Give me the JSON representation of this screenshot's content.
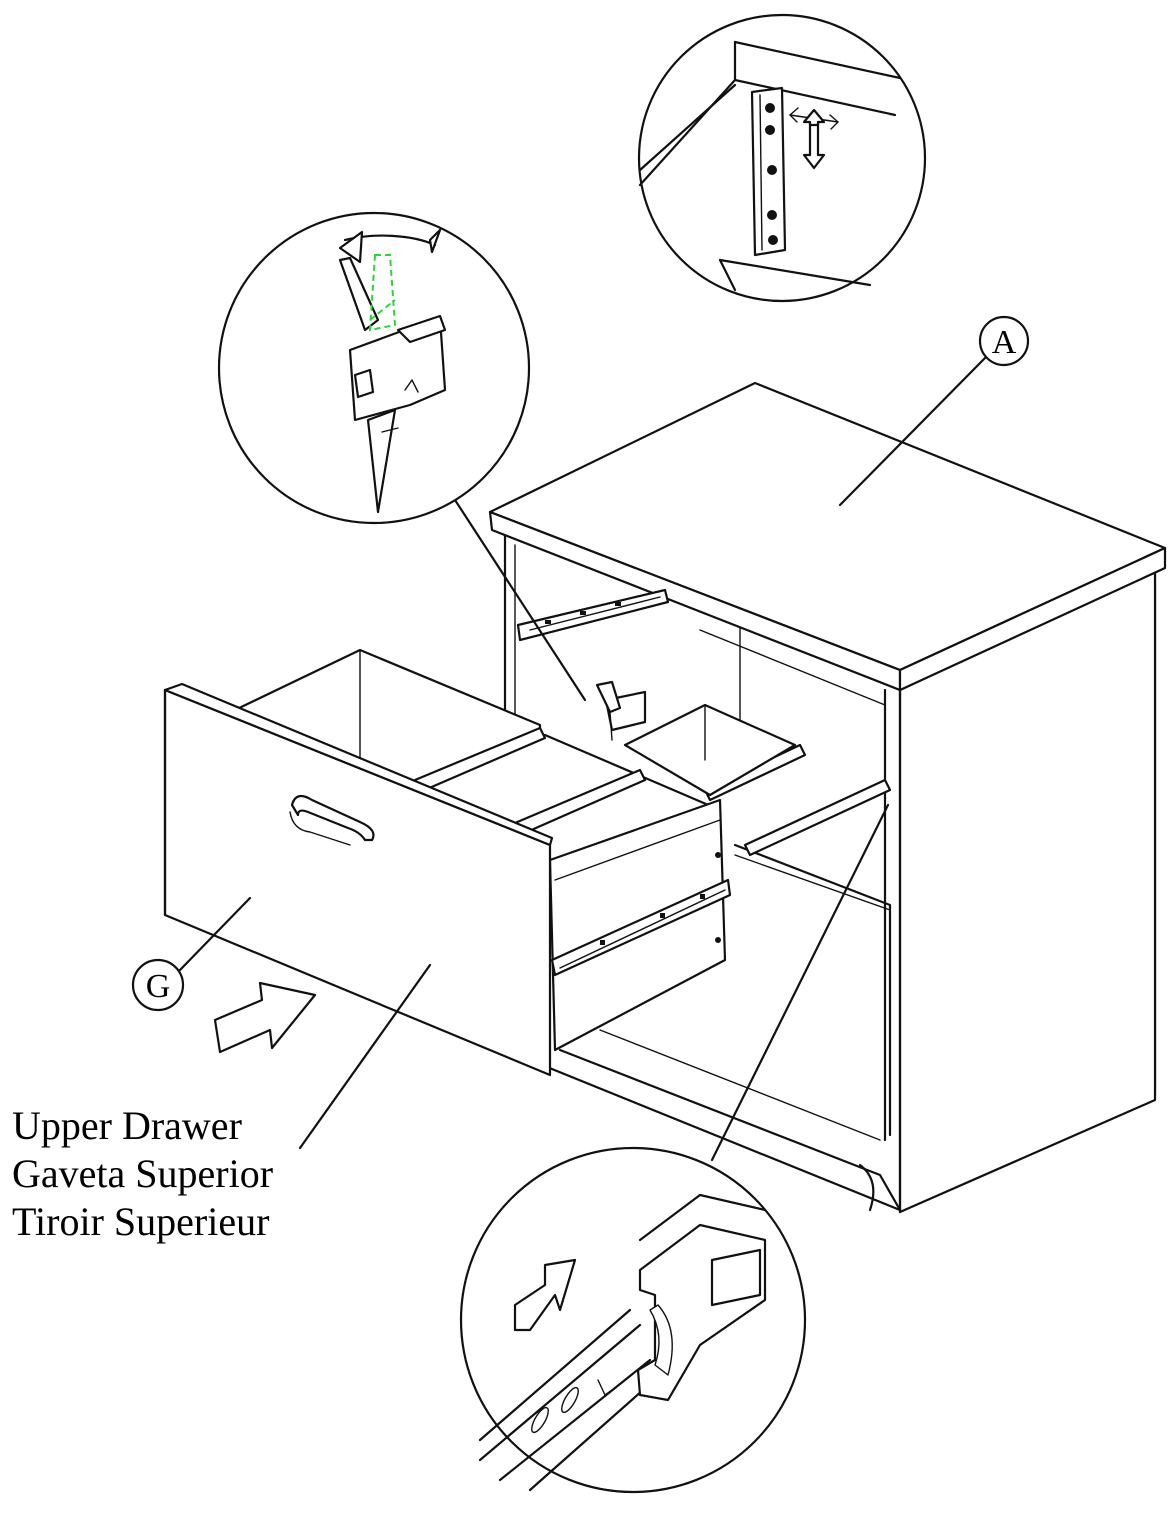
{
  "callouts": {
    "cabinet": "A",
    "drawer": "G"
  },
  "drawer_label": {
    "english": "Upper Drawer",
    "spanish": "Gaveta Superior",
    "french": "Tiroir Superieur"
  },
  "colors": {
    "line": "#111111",
    "background": "#ffffff",
    "highlight_green": "#2fd33a"
  }
}
